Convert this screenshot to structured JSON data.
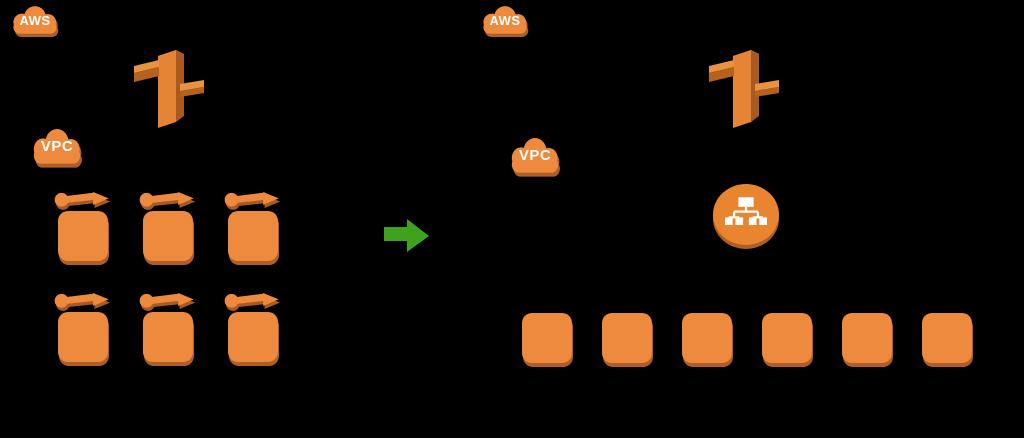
{
  "colors": {
    "background": "#000000",
    "orange": "#ED8A3D",
    "orange_mid": "#C06E2B",
    "orange_dark": "#AF5F26",
    "orange_deep": "#A85A22",
    "green": "#3FA21E",
    "label_text": "#FFFFFF"
  },
  "left_panel": {
    "aws_cloud_label": "AWS",
    "vpc_cloud_label": "VPC",
    "instance_count": 6
  },
  "right_panel": {
    "aws_cloud_label": "AWS",
    "vpc_cloud_label": "VPC",
    "instance_count": 6
  },
  "icons": {
    "aws_cloud": "orange-3d-cloud",
    "vpc_cloud": "orange-3d-cloud",
    "internet_gateway": "orange-3d-gateway-slab",
    "elastic_ip": "orange-dot-arrow",
    "ec2_instance": "orange-rounded-square",
    "nat_gateway": "orange-circle-network-tree",
    "transition_arrow": "green-right-arrow"
  }
}
